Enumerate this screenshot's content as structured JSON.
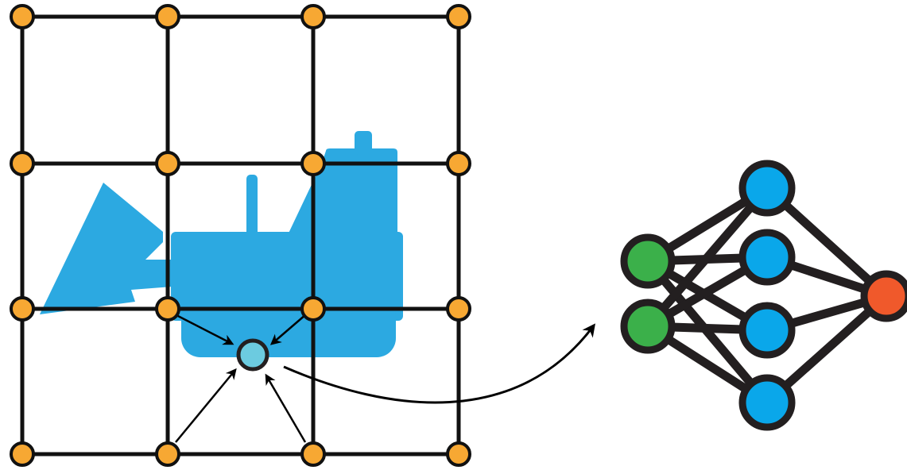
{
  "colors": {
    "background": "#ffffff",
    "grid_line": "#111111",
    "grid_node_fill": "#F7A833",
    "grid_node_stroke": "#111111",
    "object_fill": "#2CA9E1",
    "query_point_fill": "#6CCBE0",
    "nn_input_fill": "#3BB04A",
    "nn_hidden_fill": "#0AA7EA",
    "nn_output_fill": "#F0592B",
    "nn_edge": "#231F20",
    "arrow": "#000000"
  },
  "grid": {
    "rows": 4,
    "cols": 4
  },
  "neural_network": {
    "layers": [
      2,
      4,
      1
    ]
  },
  "icons": [
    "bulldozer-icon",
    "neural-network-icon",
    "curved-arrow-icon"
  ]
}
